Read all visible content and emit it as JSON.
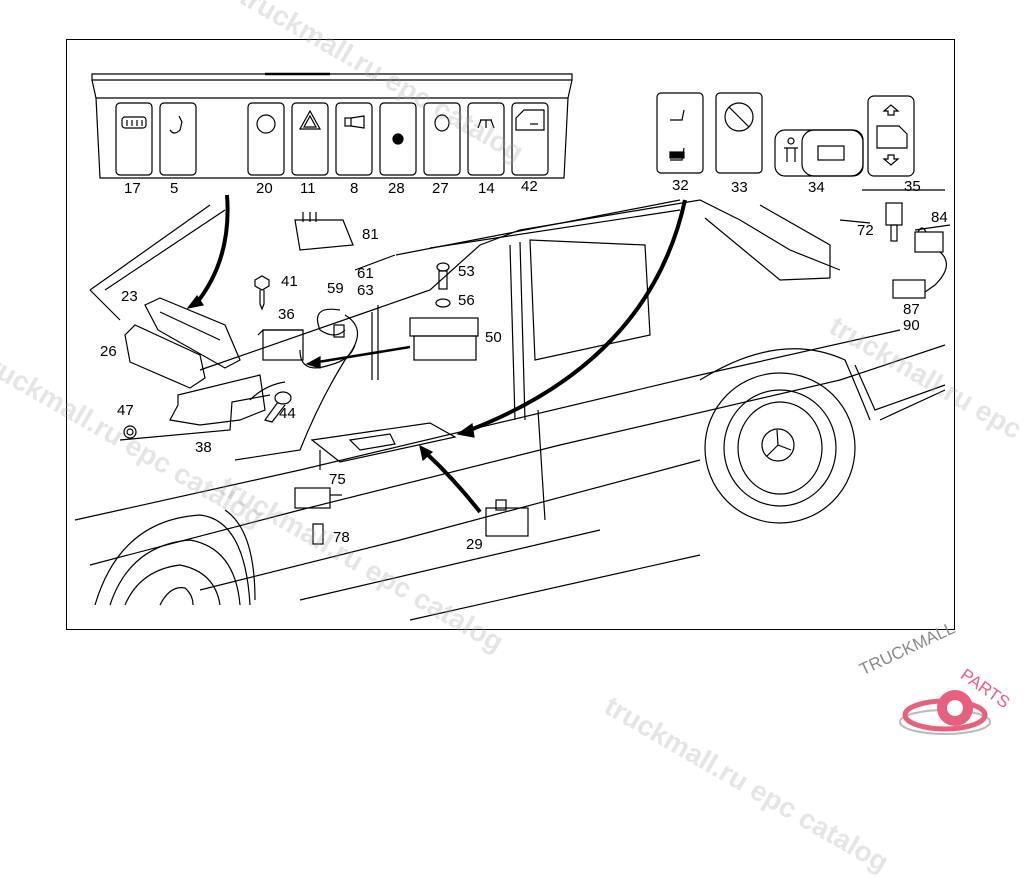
{
  "diagram": {
    "title": "Switches and control units - door / center console",
    "switch_panel_labels": [
      "17",
      "5",
      "20",
      "11",
      "8",
      "28",
      "27",
      "14",
      "42"
    ],
    "switch_panel_icons": [
      "rear-defroster-icon",
      "seat-adjust-icon",
      "recirculation-icon",
      "hazard-warning-icon",
      "headlamp-washer-icon",
      "dot-indicator-icon",
      "fog-light-icon",
      "interior-light-icon",
      "door-lock-icon"
    ],
    "right_switch_labels": [
      "32",
      "33",
      "34",
      "35"
    ],
    "right_switch_icons": [
      "seat-heater-icon",
      "seat-occupancy-disabled-icon",
      "child-safety-icon",
      "window-lift-icon"
    ],
    "part_labels": {
      "p23": "23",
      "p26": "26",
      "p47": "47",
      "p38": "38",
      "p41": "41",
      "p36": "36",
      "p59": "59",
      "p61": "61",
      "p63": "63",
      "p81": "81",
      "p53": "53",
      "p56": "56",
      "p50": "50",
      "p44": "44",
      "p75": "75",
      "p78": "78",
      "p29": "29",
      "p72": "72",
      "p84": "84",
      "p87": "87",
      "p90": "90"
    }
  },
  "watermarks": [
    "truckmall.ru epc catalog",
    "truckmall.ru epc catalog",
    "truckmall.ru epc catalog",
    "truckmall.ru epc catalog",
    "truckmall.ru epc catalog"
  ],
  "logo": {
    "text_main": "TRUCKMALL",
    "text_accent": "PARTS",
    "accent_color": "#e8607e",
    "main_color": "#8a8a8a"
  }
}
